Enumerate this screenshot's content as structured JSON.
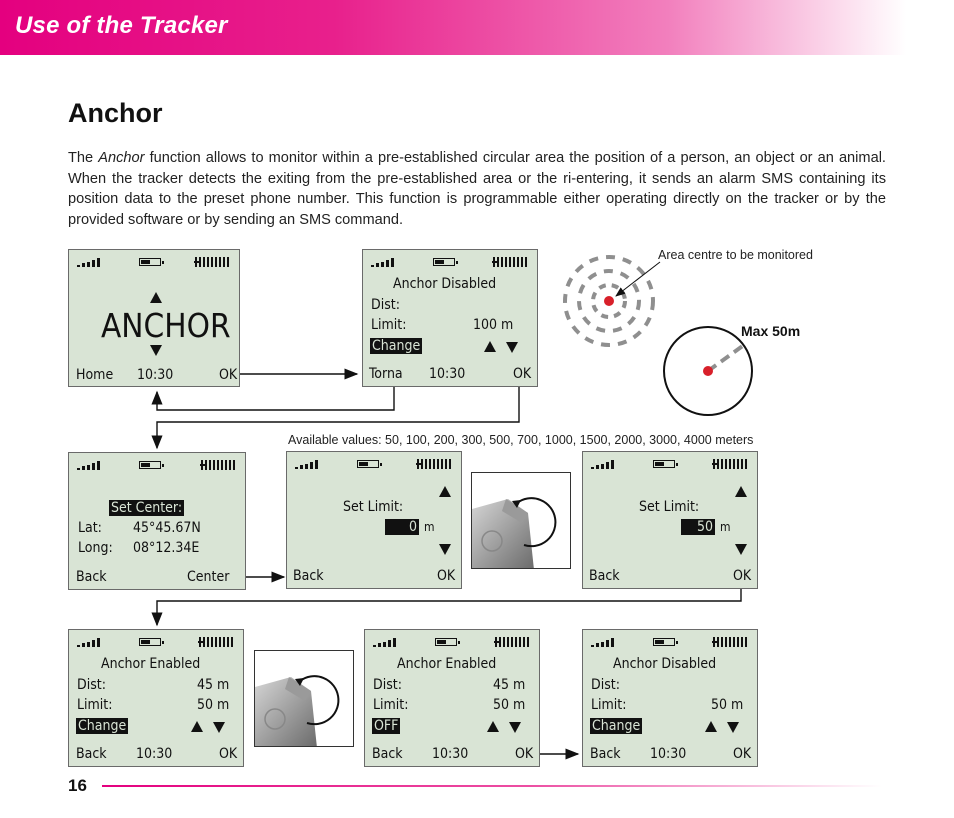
{
  "header": {
    "section_title": "Use of the Tracker"
  },
  "page": {
    "title": "Anchor",
    "number": "16"
  },
  "intro": {
    "before": "The ",
    "term": "Anchor",
    "after": " function allows to monitor within a pre-established circular area the position of a person, an object or an animal. When the tracker detects the exiting from the pre-established area or the ri-entering, it sends an alarm SMS containing its position data to the preset phone number. This function is programmable either operating directly on the tracker or by the provided software or by sending an SMS command."
  },
  "annotations": {
    "area_centre": "Area centre to be monitored",
    "max_radius": "Max 50m",
    "available_values": "Available values: 50, 100, 200, 300, 500, 700, 1000, 1500, 2000, 3000, 4000 meters"
  },
  "icons": {
    "signal": "signal-strength-icon",
    "battery": "battery-icon",
    "gps": "gps-signal-icon",
    "arrow_up": "arrow-up-icon",
    "arrow_down": "arrow-down-icon",
    "rotate": "rotate-knob-icon"
  },
  "colors": {
    "brand_magenta": "#e4007f",
    "lcd_background": "#d9e4d5",
    "centre_dot": "#d8202a"
  },
  "screens": {
    "home": {
      "big_label": "ANCHOR",
      "left": "Home",
      "time": "10:30",
      "right": "OK"
    },
    "disabled": {
      "title": "Anchor Disabled",
      "dist_label": "Dist:",
      "limit_label": "Limit:",
      "limit_value": "100 m",
      "action": "Change",
      "left": "Torna",
      "time": "10:30",
      "right": "OK"
    },
    "set_center": {
      "title": "Set Center:",
      "lat_label": "Lat:",
      "lat_value": "45°45.67N",
      "long_label": "Long:",
      "long_value": "08°12.34E",
      "left": "Back",
      "right": "Center"
    },
    "set_limit_zero": {
      "title": "Set Limit:",
      "value": "0",
      "unit": "m",
      "left": "Back",
      "right": "OK"
    },
    "set_limit_fifty": {
      "title": "Set Limit:",
      "value": "50",
      "unit": "m",
      "left": "Back",
      "right": "OK"
    },
    "enabled_change": {
      "title": "Anchor Enabled",
      "dist_label": "Dist:",
      "dist_value": "45 m",
      "limit_label": "Limit:",
      "limit_value": "50 m",
      "action": "Change",
      "left": "Back",
      "time": "10:30",
      "right": "OK"
    },
    "enabled_off": {
      "title": "Anchor Enabled",
      "dist_label": "Dist:",
      "dist_value": "45 m",
      "limit_label": "Limit:",
      "limit_value": "50 m",
      "action": "OFF",
      "left": "Back",
      "time": "10:30",
      "right": "OK"
    },
    "disabled_final": {
      "title": "Anchor Disabled",
      "dist_label": "Dist:",
      "limit_label": "Limit:",
      "limit_value": "50 m",
      "action": "Change",
      "left": "Back",
      "time": "10:30",
      "right": "OK"
    }
  }
}
